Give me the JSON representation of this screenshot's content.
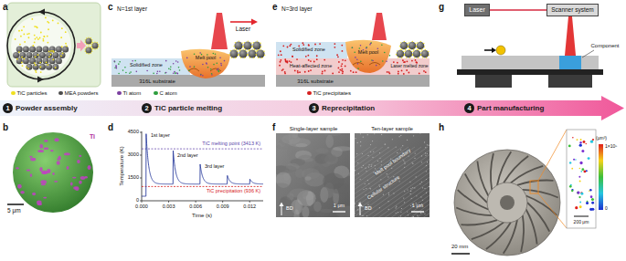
{
  "diagram": {
    "nodes": [
      {
        "text": [
          "1",
          "Powder assembly"
        ]
      },
      {
        "text": [
          "2",
          "TiC particle melting"
        ]
      },
      {
        "text": [
          "3",
          "Reprecipitation"
        ]
      },
      {
        "text": [
          "4",
          "Part manufacturing"
        ]
      },
      {
        "text": [
          "Laser"
        ]
      },
      {
        "text": [
          "Scanner system"
        ]
      }
    ],
    "edges": [
      {
        "from": 4,
        "to": 5,
        "arrow": "none"
      }
    ],
    "labels": [
      "a",
      "b",
      "Ti",
      "5 μm",
      "c",
      "N=1st layer",
      "Laser",
      "Melt pool",
      "Solidified zone",
      "316L substrate",
      "d",
      "Temperature (K)",
      "Time (s)",
      "0",
      "1500",
      "3000",
      "4500",
      "0.000",
      "0.003",
      "0.006",
      "0.009",
      "0.012",
      "1st layer",
      "2nd layer",
      "3rd layer",
      "TiC melting point (3413 K)",
      "TiC precipitation (936 K)",
      "e",
      "N=3rd layer",
      "Melt pool",
      "Solidified zone",
      "Heat-affected zone",
      "Laser melted zone",
      "316L substrate",
      "f",
      "Single-layer sample",
      "Ten-layer sample",
      "BD",
      "BD",
      "1 μm",
      "1 μm",
      "Melt pool boundary",
      "Cellular structure",
      "g",
      "Component",
      "h",
      "20 mm",
      "200 μm",
      "(μm³)",
      "1×10⁵",
      "0"
    ],
    "legend": [
      {
        "text": "TiC particles",
        "color": "#f0e020"
      },
      {
        "text": "MEA powders",
        "color": "#4d4d4d"
      },
      {
        "text": "Ti atom",
        "color": "#7b3fa0"
      },
      {
        "text": "C atom",
        "color": "#2e9e3e"
      },
      {
        "text": "TiC precipitates",
        "color": "#d62020"
      }
    ]
  }
}
